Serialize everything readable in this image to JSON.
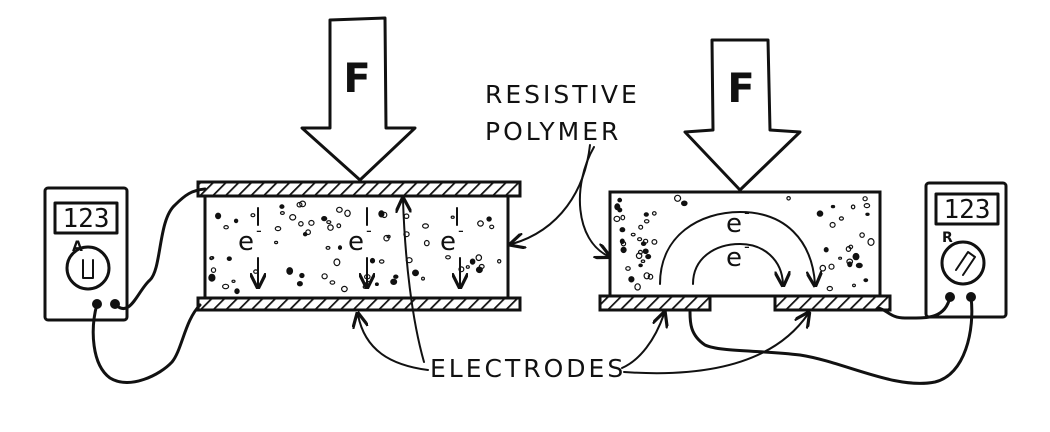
{
  "labels": {
    "resistive_line1": "RESISTIVE",
    "resistive_line2": "POLYMER",
    "electrodes": "ELECTRODES"
  },
  "force": {
    "left": "F",
    "right": "F"
  },
  "meter_left": {
    "value": "123",
    "mode": "A"
  },
  "meter_right": {
    "value": "123",
    "mode": "R"
  },
  "electrons": {
    "symbol": "e",
    "charge": "-"
  },
  "colors": {
    "ink": "#111111",
    "background": "#ffffff"
  }
}
